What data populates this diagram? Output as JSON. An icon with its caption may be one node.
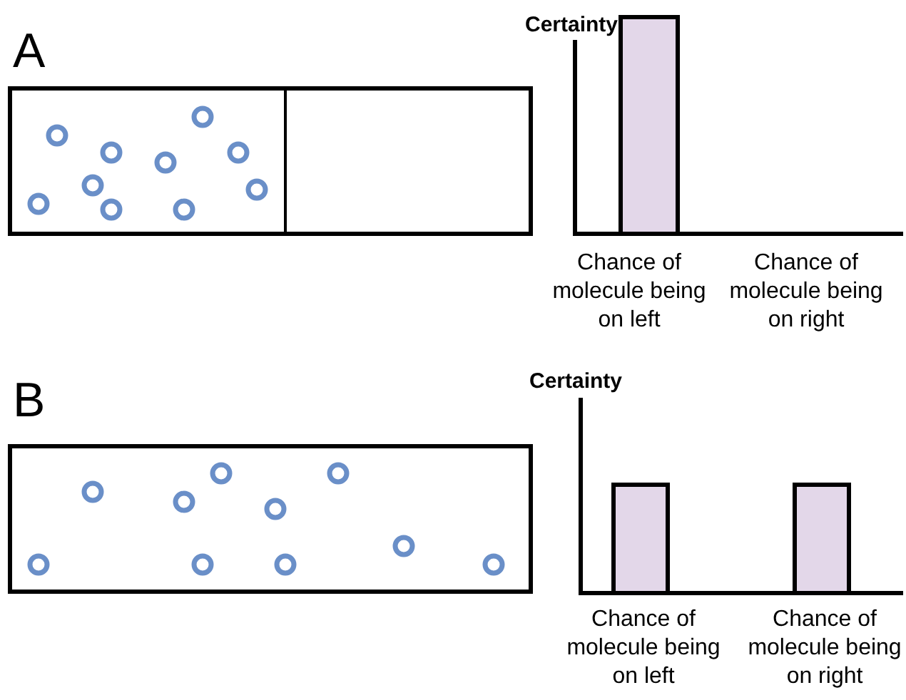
{
  "diagram": {
    "labels": [
      "A",
      "Certainty",
      "Chance of molecule being on left",
      "Chance of molecule being on right",
      "B",
      "Certainty",
      "Chance of molecule being on left",
      "Chance of molecule being on right"
    ]
  }
}
